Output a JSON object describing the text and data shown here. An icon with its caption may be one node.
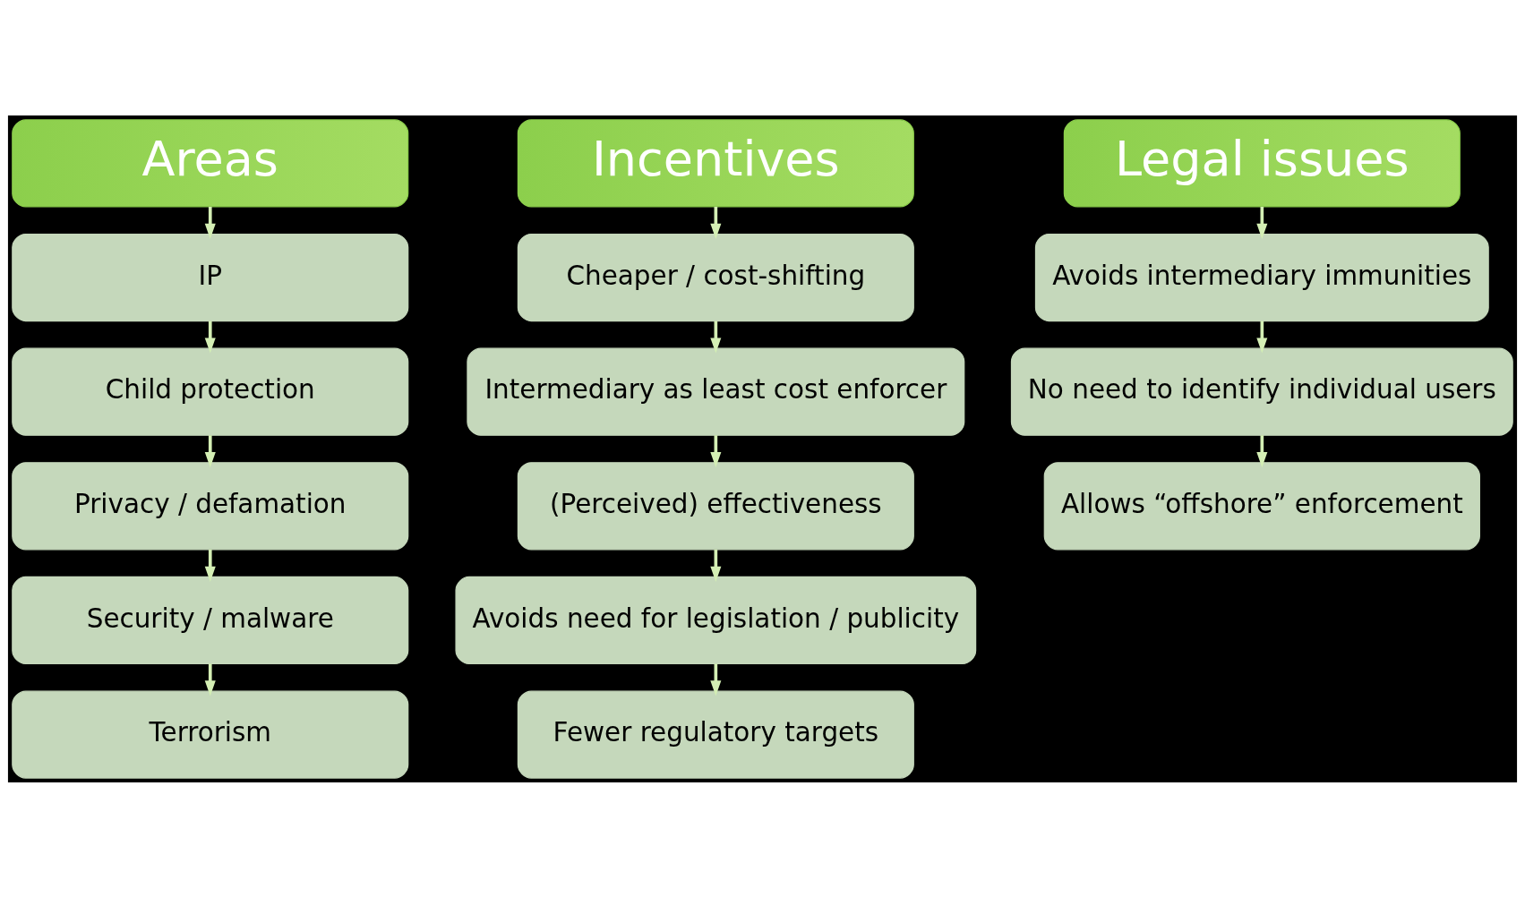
{
  "diagram": {
    "nodes": [
      {
        "text": [
          "Areas"
        ]
      },
      {
        "text": [
          "IP"
        ]
      },
      {
        "text": [
          "Child protection"
        ]
      },
      {
        "text": [
          "Privacy / defamation"
        ]
      },
      {
        "text": [
          "Security / malware"
        ]
      },
      {
        "text": [
          "Terrorism"
        ]
      },
      {
        "text": [
          "Incentives"
        ]
      },
      {
        "text": [
          "Cheaper / cost-shifting"
        ]
      },
      {
        "text": [
          "Intermediary as least cost enforcer"
        ]
      },
      {
        "text": [
          "(Perceived) effectiveness"
        ]
      },
      {
        "text": [
          "Avoids need for legislation / publicity"
        ]
      },
      {
        "text": [
          "Fewer regulatory targets"
        ]
      },
      {
        "text": [
          "Legal issues"
        ]
      },
      {
        "text": [
          "Avoids intermediary immunities"
        ]
      },
      {
        "text": [
          "No need to identify individual users"
        ]
      },
      {
        "text": [
          "Allows “offshore” enforcement"
        ]
      }
    ],
    "edges": [
      {
        "from": 0,
        "to": 1,
        "arrow": "to"
      },
      {
        "from": 1,
        "to": 2,
        "arrow": "to"
      },
      {
        "from": 2,
        "to": 3,
        "arrow": "to"
      },
      {
        "from": 3,
        "to": 4,
        "arrow": "to"
      },
      {
        "from": 4,
        "to": 5,
        "arrow": "to"
      },
      {
        "from": 6,
        "to": 7,
        "arrow": "to"
      },
      {
        "from": 7,
        "to": 8,
        "arrow": "to"
      },
      {
        "from": 8,
        "to": 9,
        "arrow": "to"
      },
      {
        "from": 9,
        "to": 10,
        "arrow": "to"
      },
      {
        "from": 10,
        "to": 11,
        "arrow": "to"
      },
      {
        "from": 12,
        "to": 13,
        "arrow": "to"
      },
      {
        "from": 13,
        "to": 14,
        "arrow": "to"
      },
      {
        "from": 14,
        "to": 15,
        "arrow": "to"
      }
    ]
  }
}
